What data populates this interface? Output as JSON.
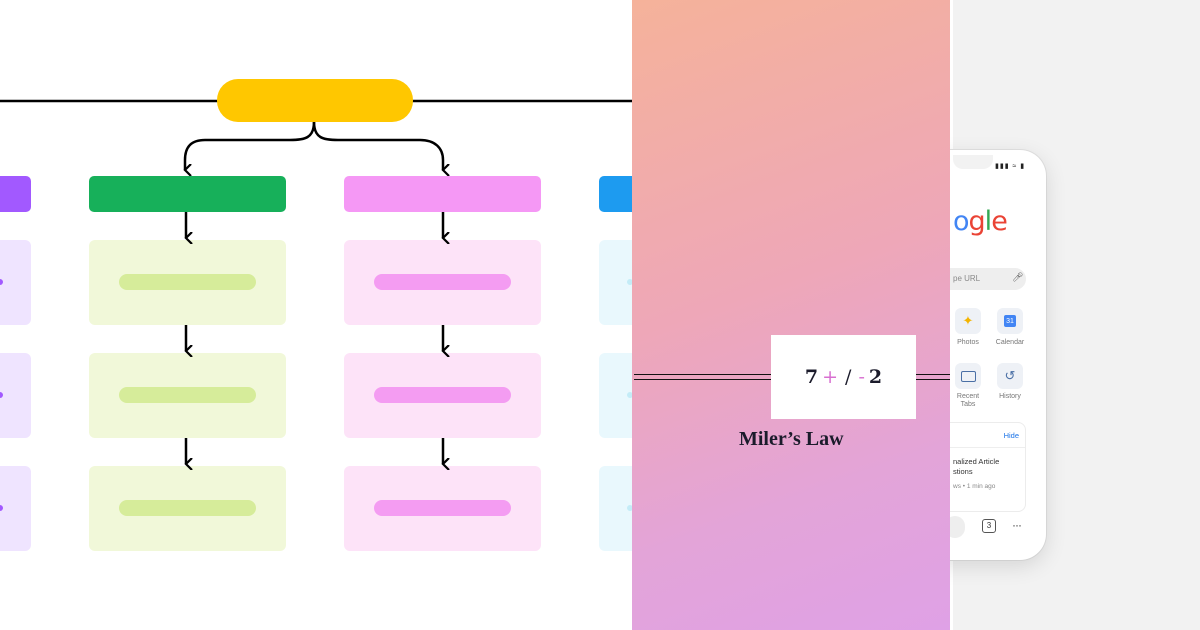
{
  "law": {
    "formula_n": "7",
    "formula_plus": "+",
    "formula_slash": "/",
    "formula_minus": "-",
    "formula_k": "2",
    "caption": "Miler’s Law"
  },
  "phone": {
    "logo_partial": "ogle",
    "search_placeholder": "pe URL",
    "shortcuts": [
      {
        "label": "Photos",
        "icon": "photos-icon"
      },
      {
        "label": "Calendar",
        "icon": "calendar-icon"
      },
      {
        "label": "Recent Tabs",
        "icon": "recent-tabs-icon"
      },
      {
        "label": "History",
        "icon": "history-icon"
      }
    ],
    "hide_label": "Hide",
    "article_title_line1": "nalized Article",
    "article_title_line2": "stions",
    "article_meta": "ws • 1 min ago",
    "tab_count": "3"
  },
  "colors": {
    "top_node": "#ffc700",
    "green_header": "#17b05a",
    "pink_header": "#f598f5",
    "purple_header": "#a259ff",
    "blue_header": "#1d9bf0",
    "green_card": "#f1f8d9",
    "green_bar": "#d6ec9a",
    "pink_card": "#fde3f8",
    "pink_bar": "#f49cf2",
    "purple_card": "#efe4ff",
    "blue_card": "#e9f8fd"
  }
}
